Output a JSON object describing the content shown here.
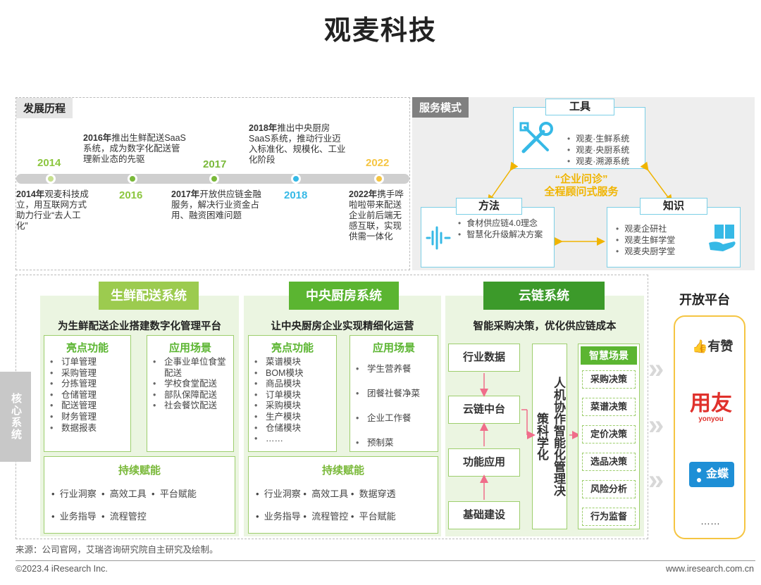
{
  "title": "观麦科技",
  "dev": {
    "label": "发展历程",
    "years": [
      "2014",
      "2016",
      "2017",
      "2018",
      "2022"
    ],
    "events": {
      "e2014": {
        "y": "2014年",
        "t": "观麦科技成立，用互联网方式助力行业“去人工化”"
      },
      "e2016": {
        "y": "2016年",
        "t": "推出生鲜配送SaaS系统，成为数字化配送管理新业态的先驱"
      },
      "e2017": {
        "y": "2017年",
        "t": "开放供应链金融服务，解决行业资金占用、融资困难问题"
      },
      "e2018": {
        "y": "2018年",
        "t": "推出中央厨房SaaS系统，推动行业迈入标准化、规模化、工业化阶段"
      },
      "e2022": {
        "y": "2022年",
        "t": "携手哗啦啦带来配送企业前后端无感互联，实现供需一体化"
      }
    }
  },
  "service": {
    "label": "服务模式",
    "center1": "“企业问诊”",
    "center2": "全程顾问式服务",
    "tools": {
      "title": "工具",
      "items": [
        "观麦·生鲜系统",
        "观麦·央厨系统",
        "观麦·溯源系统"
      ]
    },
    "method": {
      "title": "方法",
      "items": [
        "食材供应链4.0理念",
        "智慧化升级解决方案"
      ]
    },
    "knowledge": {
      "title": "知识",
      "items": [
        "观麦企研社",
        "观麦生鲜学堂",
        "观麦央厨学堂"
      ]
    }
  },
  "core": {
    "side_label": "核心系统",
    "fresh": {
      "title": "生鲜配送系统",
      "subtitle": "为生鲜配送企业搭建数字化管理平台",
      "feat_title": "亮点功能",
      "features": [
        "订单管理",
        "采购管理",
        "分拣管理",
        "仓储管理",
        "配送管理",
        "财务管理",
        "数据报表"
      ],
      "scene_title": "应用场景",
      "scenes": [
        "企事业单位食堂配送",
        "学校食堂配送",
        "部队保障配送",
        "社会餐饮配送"
      ],
      "cap_title": "持续赋能",
      "cap1": [
        "行业洞察",
        "高效工具",
        "平台赋能"
      ],
      "cap2": [
        "业务指导",
        "流程管控"
      ]
    },
    "kitchen": {
      "title": "中央厨房系统",
      "subtitle": "让中央厨房企业实现精细化运营",
      "feat_title": "亮点功能",
      "features": [
        "菜谱模块",
        "BOM模块",
        "商品模块",
        "订单模块",
        "采购模块",
        "生产模块",
        "仓储模块",
        "……"
      ],
      "scene_title": "应用场景",
      "scenes": [
        "学生营养餐",
        "团餐社餐净菜",
        "企业工作餐",
        "预制菜"
      ],
      "cap_title": "持续赋能",
      "cap1": [
        "行业洞察",
        "高效工具",
        "数据穿透"
      ],
      "cap2": [
        "业务指导",
        "流程管控",
        "平台赋能"
      ]
    },
    "cloud": {
      "title": "云链系统",
      "subtitle": "智能采购决策，优化供应链成本",
      "stack": [
        "行业数据",
        "云链中台",
        "功能应用",
        "基础建设"
      ],
      "middle": "人机协作智能化管理决策科学化",
      "smart_title": "智慧场景",
      "smart": [
        "采购决策",
        "菜谱决策",
        "定价决策",
        "选品决策",
        "风险分析",
        "行为监督"
      ]
    }
  },
  "open": {
    "title": "开放平台",
    "youzan": "有赞",
    "yonyou": "用友",
    "yonyou_sub": "yonyou",
    "kingdee": "金蝶",
    "more": "……"
  },
  "footer": {
    "source": "来源：公司官网，艾瑞咨询研究院自主研究及绘制。",
    "copyright": "©2023.4 iResearch Inc.",
    "website": "www.iresearch.com.cn"
  },
  "colors": {
    "green": "#7ab93a",
    "dark_green": "#5bb531",
    "cyan": "#36b9e6",
    "yellow": "#f5c542",
    "gray": "#bdbdbd"
  }
}
